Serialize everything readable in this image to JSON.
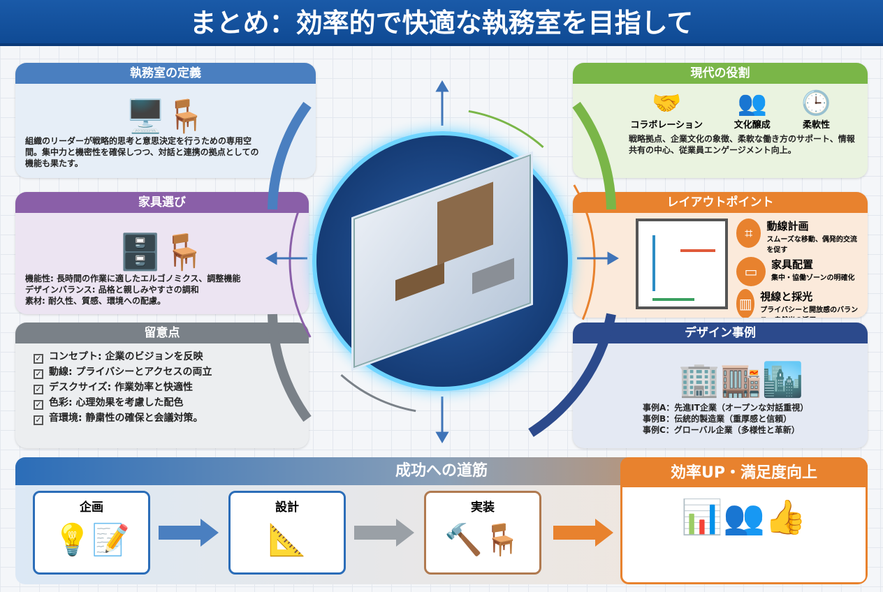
{
  "title": "まとめ：効率的で快適な執務室を目指して",
  "definition": {
    "heading": "執務室の定義",
    "text": "組織のリーダーが戦略的思考と意思決定を行うための専用空間。集中力と機密性を確保しつつ、対話と連携の拠点としての機能も果たす。"
  },
  "furniture": {
    "heading": "家具選び",
    "lines": [
      "機能性: 長時間の作業に適したエルゴノミクス、調整機能",
      "デザインバランス: 品格と親しみやすさの調和",
      "素材: 耐久性、質感、環境への配慮。"
    ]
  },
  "notes": {
    "heading": "留意点",
    "items": [
      "コンセプト: 企業のビジョンを反映",
      "動線: プライバシーとアクセスの両立",
      "デスクサイズ: 作業効率と快適性",
      "色彩: 心理効果を考慮した配色",
      "音環境: 静粛性の確保と会議対策。"
    ]
  },
  "roles": {
    "heading": "現代の役割",
    "icons": [
      "コラボレーション",
      "文化醸成",
      "柔軟性"
    ],
    "text": "戦略拠点、企業文化の象徴、柔軟な働き方のサポート、情報共有の中心、従業員エンゲージメント向上。"
  },
  "layout": {
    "heading": "レイアウトポイント",
    "points": [
      {
        "title": "動線計画",
        "desc": "スムーズな移動、偶発的交流を促す"
      },
      {
        "title": "家具配置",
        "desc": "集中・協働ゾーンの明確化"
      },
      {
        "title": "視線と採光",
        "desc": "プライバシーと開放感のバランス、自然光の活用。"
      }
    ]
  },
  "cases": {
    "heading": "デザイン事例",
    "items": [
      "事例A：先進IT企業（オープンな対話重視）",
      "事例B：伝統的製造業（重厚感と信頼）",
      "事例C：グローバル企業（多様性と革新）"
    ]
  },
  "path": {
    "heading": "成功への道筋",
    "steps": [
      "企画",
      "設計",
      "実装"
    ],
    "result": "効率UP・満足度向上"
  },
  "colors": {
    "blue": "#3f74b8",
    "green": "#7ab648",
    "purple": "#8a5fa8",
    "orange": "#e8822e",
    "gray": "#7a8188",
    "navy": "#2c4a8c"
  }
}
